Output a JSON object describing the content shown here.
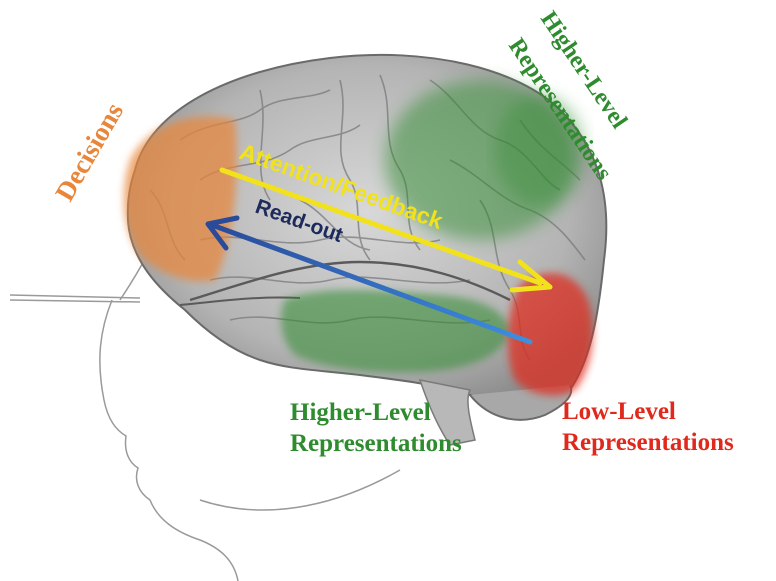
{
  "labels": {
    "decisions": "Decisions",
    "higher_level_top_line1": "Higher-Level",
    "higher_level_top_line2": "Representations",
    "higher_level_bottom_line1": "Higher-Level",
    "higher_level_bottom_line2": "Representations",
    "low_level_line1": "Low-Level",
    "low_level_line2": "Representations",
    "attention_feedback": "Attention/Feedback",
    "read_out": "Read-out"
  },
  "colors": {
    "decisions": "#e8863a",
    "higher_level": "#2e8b2e",
    "low_level": "#e0291c",
    "attention_arrow": "#f2e21b",
    "read_out_arrow_start": "#2a4a9a",
    "read_out_arrow_end": "#3d8fe0",
    "read_out_text": "#1c2a5c"
  }
}
